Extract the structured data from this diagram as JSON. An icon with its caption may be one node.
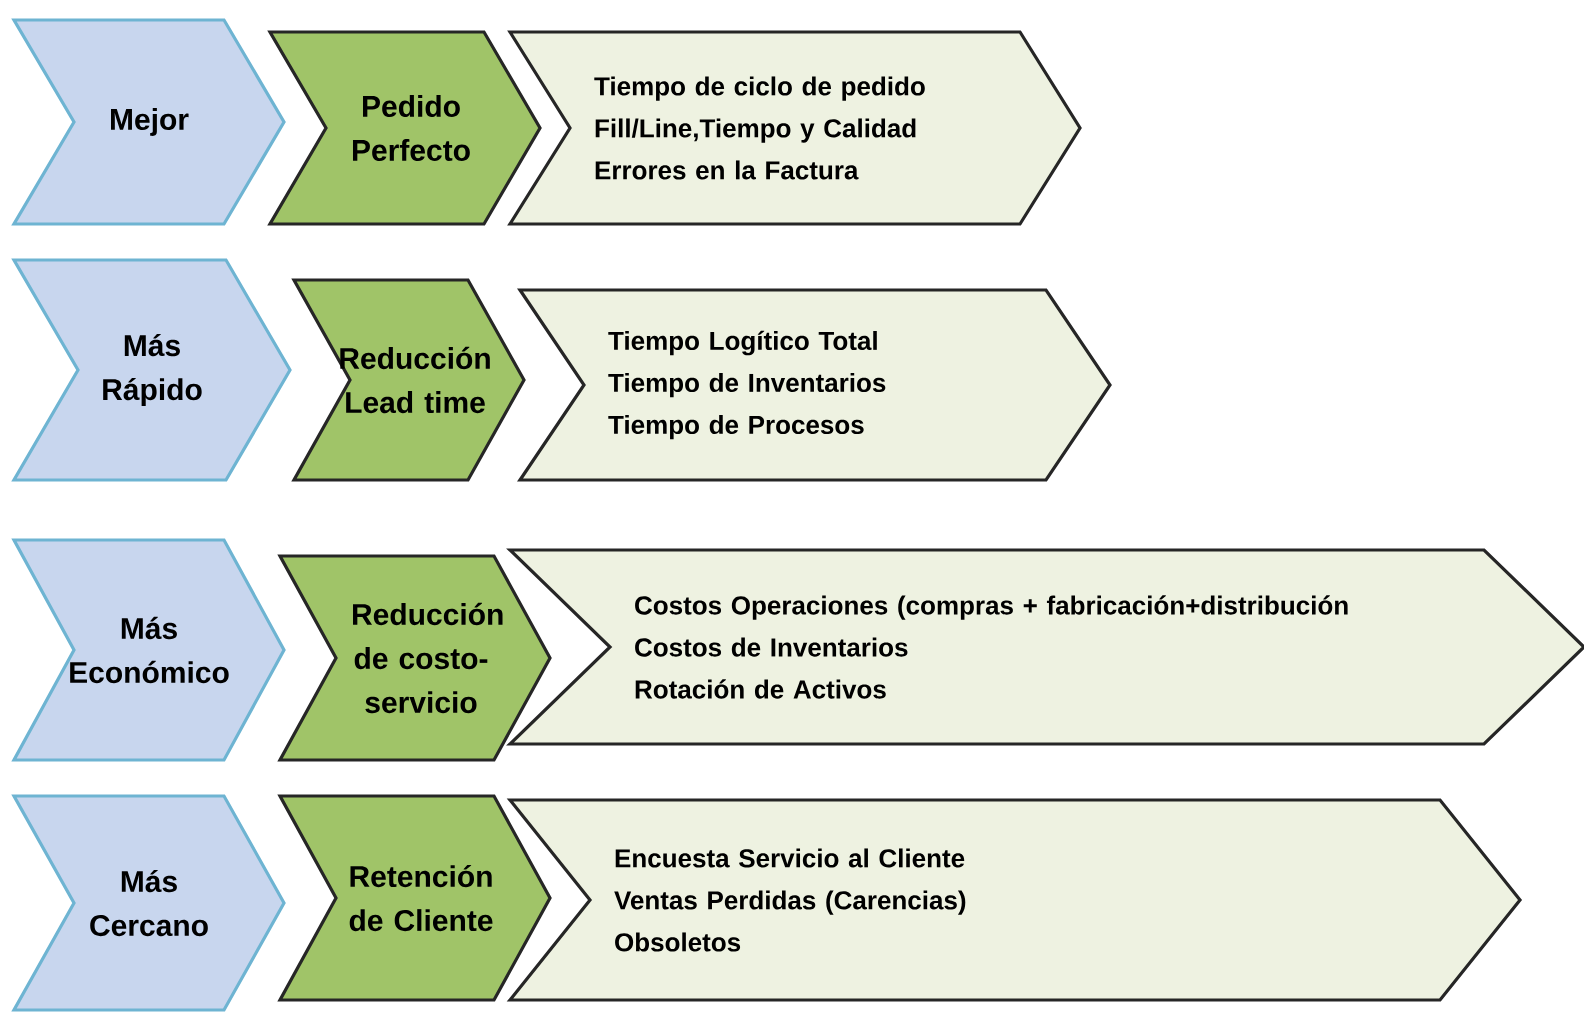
{
  "diagram": {
    "nodes": [
      {
        "text": [
          "Mejor"
        ]
      },
      {
        "text": [
          "Pedido Perfecto"
        ]
      },
      {
        "text": [
          "Tiempo de ciclo de pedido",
          "Fill/Line,Tiempo y Calidad",
          "Errores en la Factura"
        ]
      },
      {
        "text": [
          "Más Rápido"
        ]
      },
      {
        "text": [
          "Reducción Lead time"
        ]
      },
      {
        "text": [
          "Tiempo Logítico Total",
          "Tiempo de Inventarios",
          "Tiempo de Procesos"
        ]
      },
      {
        "text": [
          "Más Económico"
        ]
      },
      {
        "text": [
          "Reducción de costo-servicio"
        ]
      },
      {
        "text": [
          "Costos Operaciones (compras + fabricación+distribución",
          "Costos de Inventarios",
          "Rotación de Activos"
        ]
      },
      {
        "text": [
          "Más Cercano"
        ]
      },
      {
        "text": [
          "Retención de Cliente"
        ]
      },
      {
        "text": [
          "Encuesta Servicio al Cliente",
          "Ventas Perdidas (Carencias)",
          "Obsoletos"
        ]
      }
    ]
  }
}
